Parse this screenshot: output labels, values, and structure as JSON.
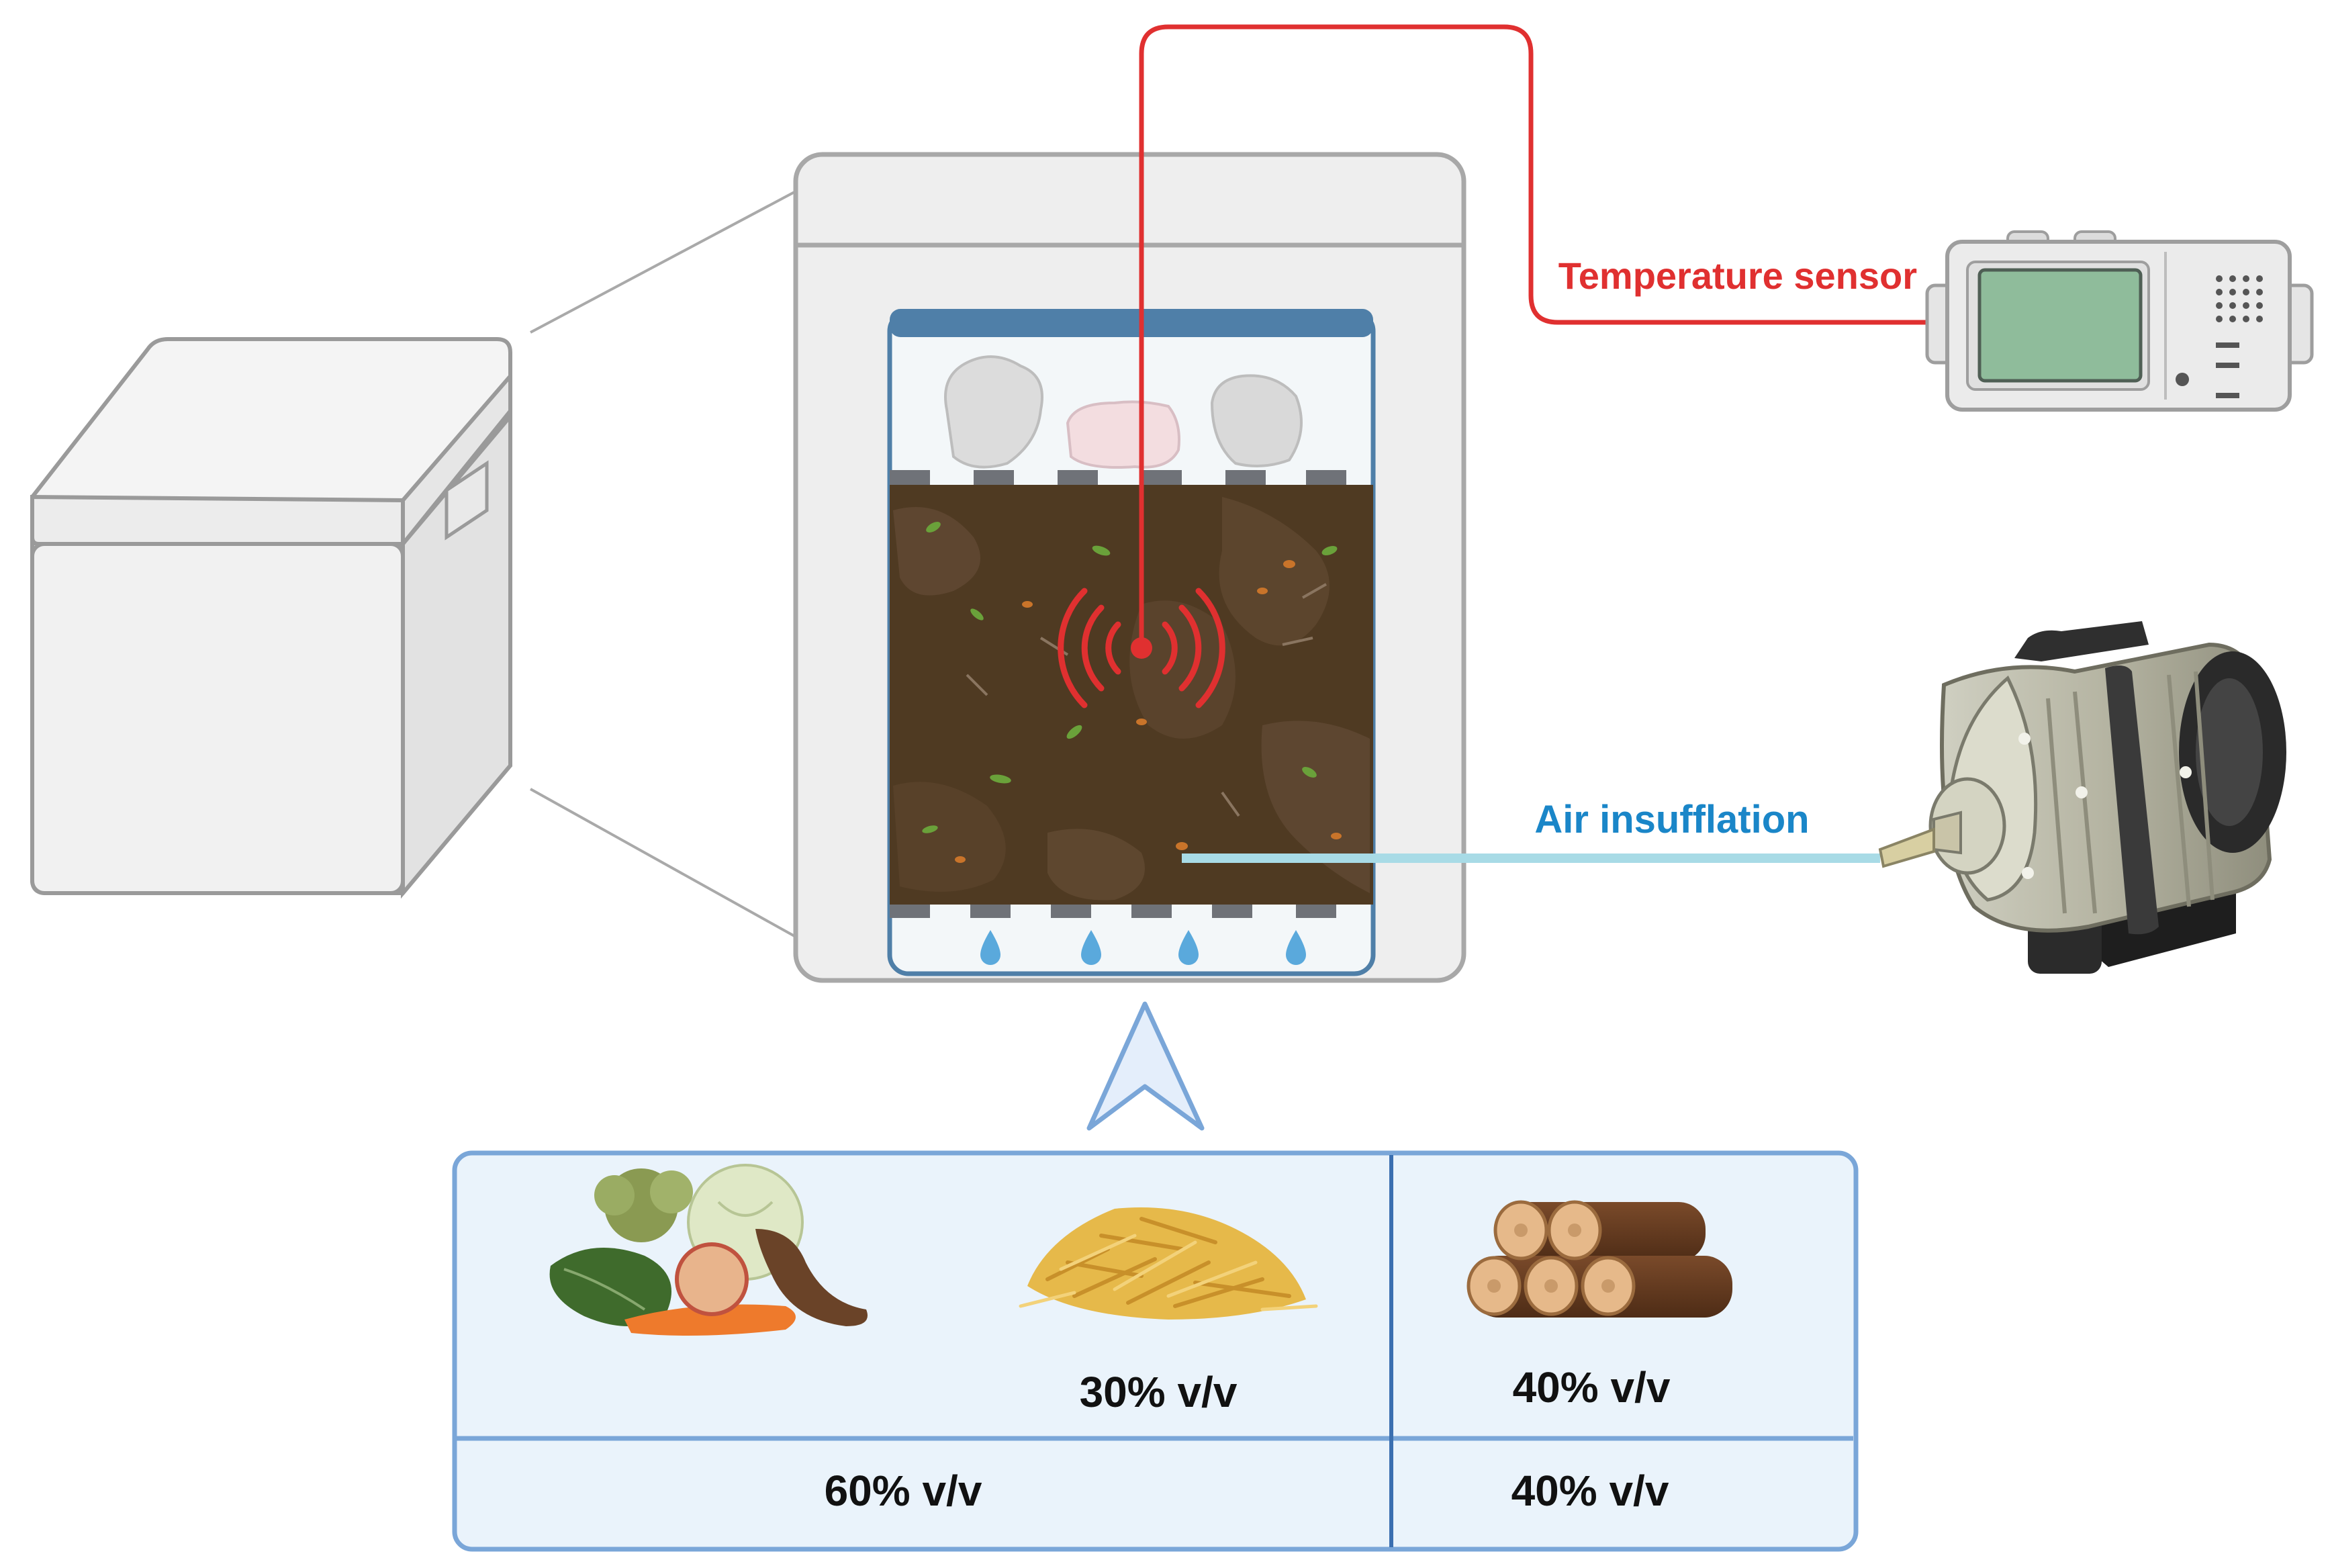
{
  "labels": {
    "temperature_sensor": "Temperature sensor",
    "air_insufflation": "Air insufflation"
  },
  "mixture": {
    "cell_2_percent": "30% v/v",
    "cell_3_percent": "40% v/v",
    "bottom_left_percent": "60% v/v",
    "bottom_right_percent": "40% v/v"
  },
  "colors": {
    "sensor_wire": "#e03030",
    "air_tube": "#a8dbe6",
    "air_label": "#1a86c8",
    "compost": "#4f3a22",
    "lid_blue": "#4f7fa8",
    "panel_fill": "#eaf3fb",
    "panel_border": "#7aa6d8"
  },
  "icons": [
    "styrofoam-box-icon",
    "reactor-icon",
    "temperature-logger-icon",
    "air-pump-icon",
    "arrow-up-icon",
    "food-waste-icon",
    "rice-straw-icon",
    "wood-logs-icon",
    "water-drop-icon",
    "wireless-signal-icon"
  ]
}
